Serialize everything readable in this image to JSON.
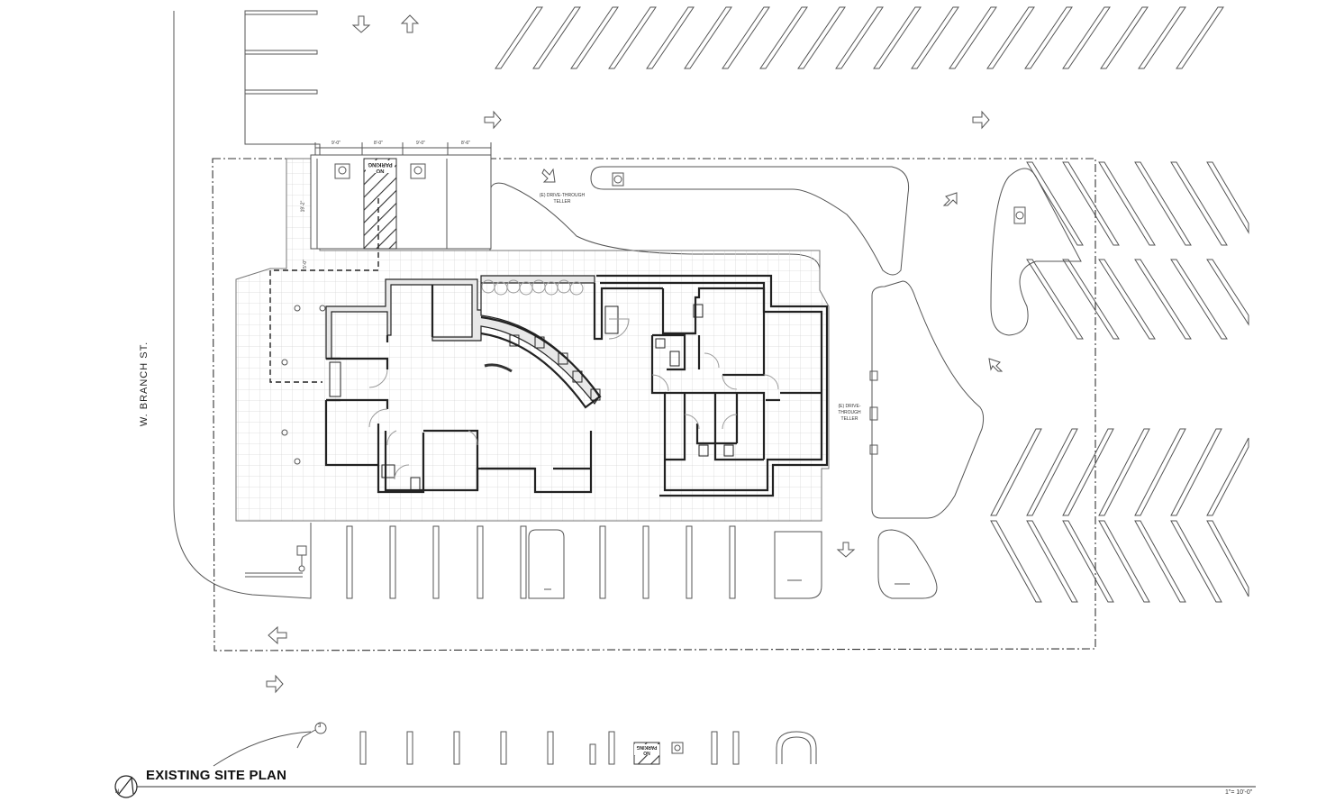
{
  "plan": {
    "title": "EXISTING SITE PLAN",
    "scale": "1\"= 10'-0\"",
    "street_label": "W. BRANCH ST.",
    "drive_through_top": [
      "(E) DRIVE-THROUGH",
      "TELLER"
    ],
    "drive_through_right": [
      "(E) DRIVE-",
      "THROUGH",
      "TELLER"
    ],
    "dimensions_top": [
      "9'-0\"",
      "8'-0\"",
      "9'-0\"",
      "8'-6\""
    ],
    "dimension_side": "19'-2\"",
    "dimension_side2": "5'-0\"",
    "no_parking": [
      "NO",
      "PARKING"
    ],
    "north_label": "N",
    "detail_tag": "3"
  }
}
